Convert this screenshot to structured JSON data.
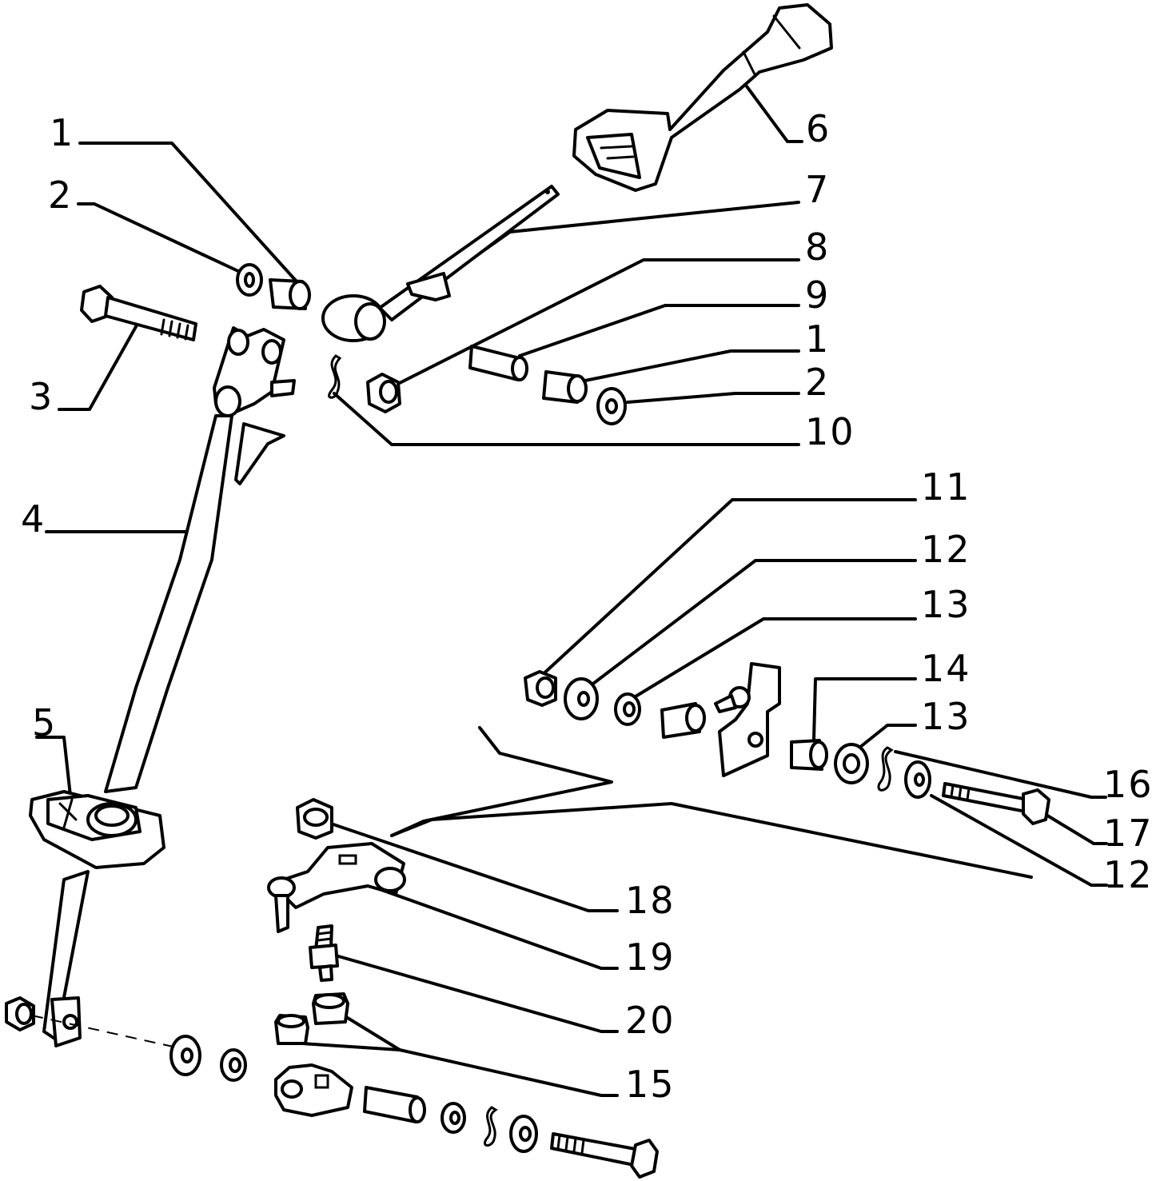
{
  "diagram": {
    "callouts": [
      "1",
      "2",
      "3",
      "4",
      "5",
      "6",
      "7",
      "8",
      "9",
      "1",
      "2",
      "10",
      "11",
      "12",
      "13",
      "14",
      "13",
      "16",
      "17",
      "12",
      "18",
      "19",
      "20",
      "15"
    ]
  },
  "colors": {
    "ink": "#000000",
    "paper": "#ffffff"
  },
  "icons": {
    "gear_knob": "gear-knob-icon",
    "shift_lever": "shift-lever-icon",
    "bolt": "bolt-icon",
    "bushing": "bushing-icon",
    "washer": "washer-icon",
    "nut": "nut-icon",
    "clip": "spring-clip-icon",
    "boot": "rubber-boot-icon",
    "bracket": "bracket-icon",
    "ball_joint": "ball-joint-icon"
  }
}
